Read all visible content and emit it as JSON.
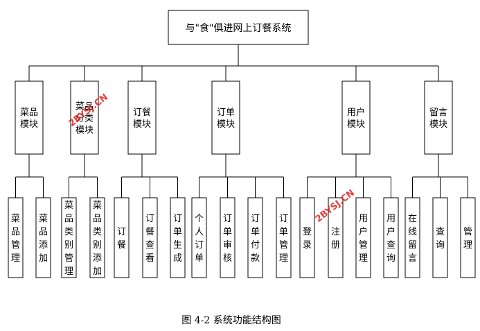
{
  "root": {
    "title": "与\"食\"俱进网上订餐系统"
  },
  "modules": [
    {
      "name": "菜品\n模块",
      "children": [
        "菜品管理",
        "菜品添加"
      ]
    },
    {
      "name": "菜品\n分类\n模块",
      "children": [
        "菜品类别管理",
        "菜品类别添加"
      ]
    },
    {
      "name": "订餐\n模块",
      "children": [
        "订餐",
        "订餐查看",
        "订单生成"
      ]
    },
    {
      "name": "订单\n模块",
      "children": [
        "个人订单",
        "订单审核",
        "订单付款",
        "订单管理"
      ]
    },
    {
      "name": "用户\n模块",
      "children": [
        "登录",
        "注册",
        "用户管理",
        "用户查询"
      ]
    },
    {
      "name": "留言\n模块",
      "children": [
        "在线留言",
        "查询",
        "管理"
      ]
    }
  ],
  "caption": "图 4-2 系统功能结构图",
  "watermarks": [
    "2BYSJ.CN",
    "2BYSJ.CN"
  ]
}
